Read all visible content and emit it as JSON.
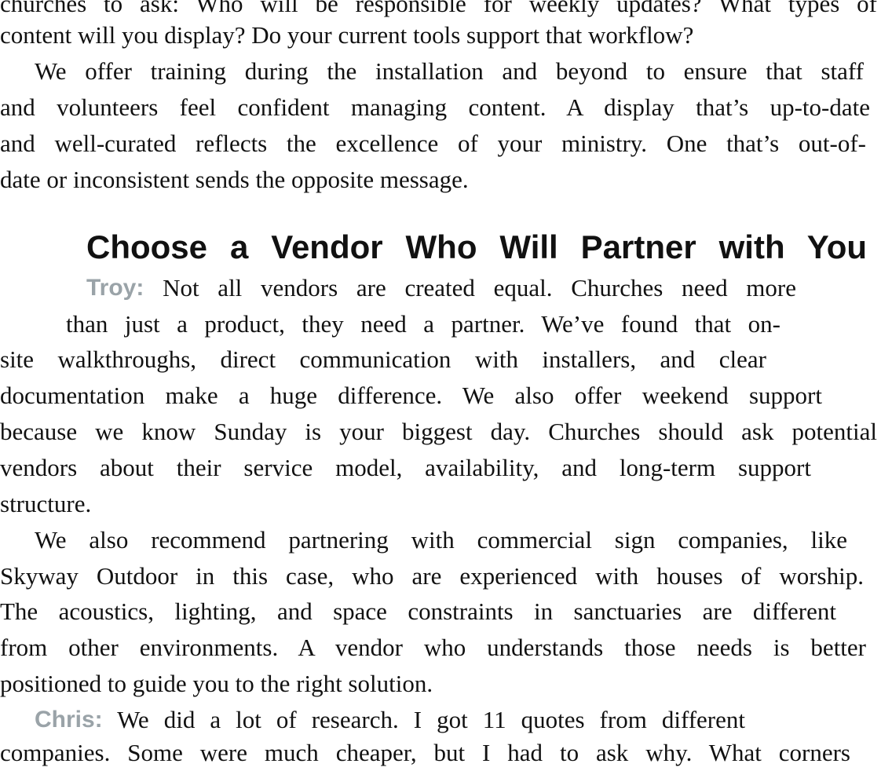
{
  "section_before": {
    "lines": [
      "churches to ask: Who will be responsible for weekly updates? What types of",
      "content will you display? Do your current tools support that workflow?",
      "We offer training during the installation and beyond to ensure that staff",
      "and volunteers feel confident managing content. A display that’s up-to-date",
      "and well-curated reflects the excellence of your ministry. One that’s out-of-",
      "date or inconsistent sends the opposite message."
    ]
  },
  "heading": "Choose a Vendor Who Will Partner with You",
  "troy": {
    "speaker": "Troy:",
    "lines": [
      " Not all vendors are created equal. Churches need more",
      "than just a product, they need a partner. We’ve found that on-",
      "site walkthroughs, direct communication with installers, and clear",
      "documentation make a huge difference. We also offer weekend support",
      "because we know Sunday is your biggest day. Churches should ask potential",
      "vendors about their service model, availability, and long-term support",
      "structure.",
      "We also recommend partnering with commercial sign companies, like",
      "Skyway Outdoor in this case, who are experienced with houses of worship.",
      "The acoustics, lighting, and space constraints in sanctuaries are different",
      "from other environments. A vendor who understands those needs is better",
      "positioned to guide you to the right solution."
    ]
  },
  "chris": {
    "speaker": "Chris:",
    "lines": [
      " We did a lot of research. I got 11 quotes from different",
      "companies. Some were much cheaper, but I had to ask why. What corners"
    ]
  },
  "colors": {
    "speaker": "#9aa3a8",
    "text": "#111111"
  }
}
